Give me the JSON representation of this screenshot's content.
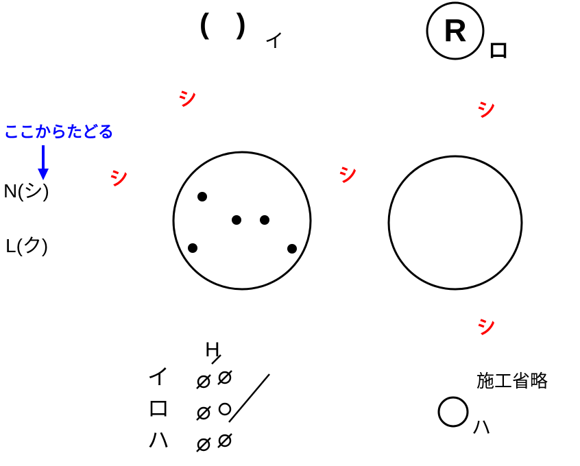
{
  "colors": {
    "line": "#000000",
    "wire_mark_red": "#ff0000",
    "trace_blue": "#0000ff",
    "background": "#ffffff"
  },
  "labels": {
    "ceiling_lamp_symbol": "( )",
    "ceiling_lamp_circuit": "イ",
    "relay_letter": "R",
    "relay_circuit": "ロ",
    "trace_hint": "ここからたどる",
    "neutral_terminal": "N(シ)",
    "live_terminal": "L(ク)",
    "switch_header": "H",
    "construction_omitted": "施工省略",
    "omitted_circuit": "ハ"
  },
  "wire_marks": [
    "シ",
    "シ",
    "シ",
    "シ",
    "シ"
  ],
  "switches": [
    {
      "label": "イ"
    },
    {
      "label": "ロ"
    },
    {
      "label": "ハ"
    }
  ]
}
